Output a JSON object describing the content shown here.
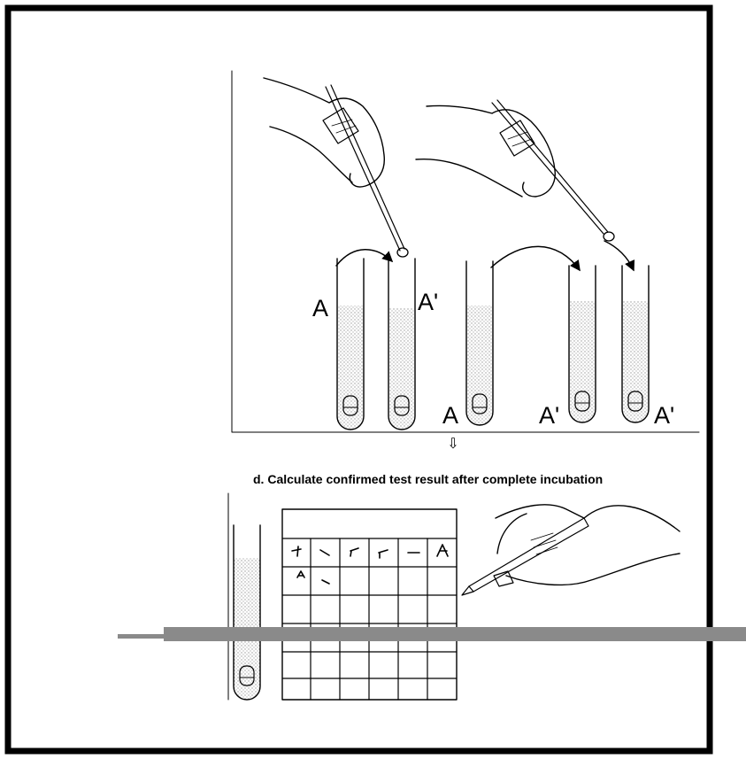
{
  "figure": {
    "caption": "d. Calculate confirmed test result after complete incubation",
    "tube_labels": [
      "A",
      "A'",
      "A",
      "A'",
      "A'"
    ],
    "down_arrow_glyph": "⇩",
    "icons": [
      "hand-with-loop-icon",
      "hand-with-pen-icon",
      "test-tube-icon",
      "tally-sheet-icon"
    ]
  }
}
